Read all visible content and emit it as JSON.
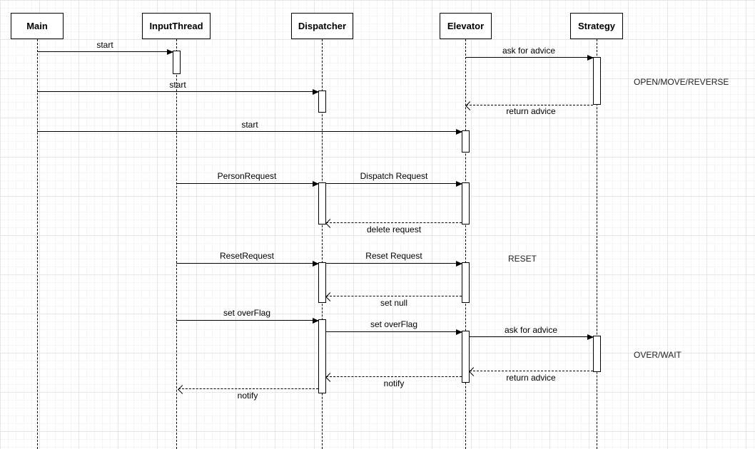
{
  "diagram": {
    "type": "uml-sequence",
    "actors": [
      {
        "name": "Main"
      },
      {
        "name": "InputThread"
      },
      {
        "name": "Dispatcher"
      },
      {
        "name": "Elevator"
      },
      {
        "name": "Strategy"
      }
    ],
    "messages": [
      {
        "label": "start",
        "from": "Main",
        "to": "InputThread",
        "kind": "call"
      },
      {
        "label": "ask for advice",
        "from": "Elevator",
        "to": "Strategy",
        "kind": "call"
      },
      {
        "label": "start",
        "from": "Main",
        "to": "Dispatcher",
        "kind": "call"
      },
      {
        "label": "return advice",
        "from": "Strategy",
        "to": "Elevator",
        "kind": "return"
      },
      {
        "label": "start",
        "from": "Main",
        "to": "Elevator",
        "kind": "call"
      },
      {
        "label": "PersonRequest",
        "from": "InputThread",
        "to": "Dispatcher",
        "kind": "call"
      },
      {
        "label": "Dispatch Request",
        "from": "Dispatcher",
        "to": "Elevator",
        "kind": "call"
      },
      {
        "label": "delete request",
        "from": "Elevator",
        "to": "Dispatcher",
        "kind": "return"
      },
      {
        "label": "ResetRequest",
        "from": "InputThread",
        "to": "Dispatcher",
        "kind": "call"
      },
      {
        "label": "Reset Request",
        "from": "Dispatcher",
        "to": "Elevator",
        "kind": "call"
      },
      {
        "label": "set null",
        "from": "Elevator",
        "to": "Dispatcher",
        "kind": "return"
      },
      {
        "label": "set overFlag",
        "from": "InputThread",
        "to": "Dispatcher",
        "kind": "call"
      },
      {
        "label": "set overFlag",
        "from": "Dispatcher",
        "to": "Elevator",
        "kind": "call"
      },
      {
        "label": "ask for advice",
        "from": "Elevator",
        "to": "Strategy",
        "kind": "call"
      },
      {
        "label": "return advice",
        "from": "Strategy",
        "to": "Elevator",
        "kind": "return"
      },
      {
        "label": "notify",
        "from": "Elevator",
        "to": "Dispatcher",
        "kind": "return"
      },
      {
        "label": "notify",
        "from": "Dispatcher",
        "to": "InputThread",
        "kind": "return"
      }
    ],
    "annotations": [
      {
        "text": "OPEN/MOVE/REVERSE"
      },
      {
        "text": "RESET"
      },
      {
        "text": "OVER/WAIT"
      }
    ]
  }
}
